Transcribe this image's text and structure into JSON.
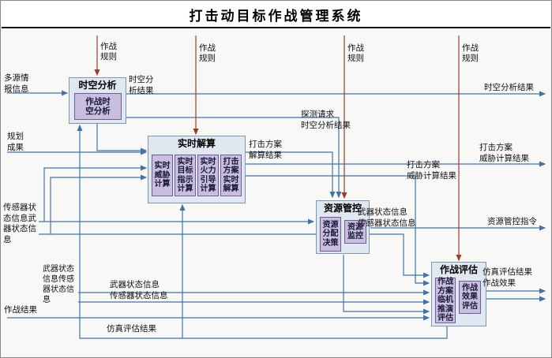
{
  "title": "打击动目标作战管理系统",
  "rule_label": "作战规则",
  "blocks": {
    "st": {
      "title": "时空分析",
      "inner0": "作战时空分析"
    },
    "rt": {
      "title": "实时解算",
      "inner": [
        "实时威胁计算",
        "实时目标指示计算",
        "实时火力引导计算",
        "打击方案实时解算"
      ]
    },
    "res": {
      "title": "资源管控",
      "inner": [
        "资源分配决策",
        "资源监控"
      ]
    },
    "eval": {
      "title": "作战评估",
      "inner": [
        "作战方案临机推演评估",
        "作战效果评估"
      ]
    }
  },
  "inputs": {
    "intel": "多源情报信息",
    "planning": "规划成果",
    "sensor": "传感器状态信息",
    "weapon": "武器状态信息",
    "result": "作战结果"
  },
  "outputs": {
    "st_result": "时空分析结果",
    "strike_plan": "打击方案",
    "threat_calc": "威胁计算结果",
    "resource_cmd": "资源管控指令",
    "sim_result": "仿真评估结果",
    "effect": "作战效果"
  },
  "labels": {
    "st_result_mid": "时空分析结果",
    "detect_req": "探测请求",
    "st_result_to_res": "时空分析结果",
    "strike_solution": "打击方案解算结果",
    "weapon": "武器状态信息",
    "sensor": "传感器状态信息",
    "sim_result": "仿真评估结果"
  }
}
